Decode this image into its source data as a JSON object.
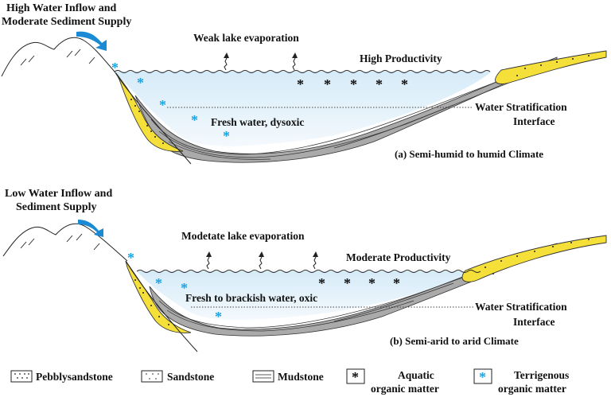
{
  "panel_a": {
    "inflow_label": [
      "High Water Inflow and",
      "Moderate Sediment Supply"
    ],
    "evaporation": "Weak lake evaporation",
    "productivity": "High Productivity",
    "water_condition": "Fresh water, dysoxic",
    "stratification": [
      "Water Stratification",
      "Interface"
    ],
    "climate": "(a) Semi-humid to humid Climate"
  },
  "panel_b": {
    "inflow_label": [
      "Low Water Inflow and",
      "Sediment Supply"
    ],
    "evaporation": "Modetate lake evaporation",
    "productivity": "Moderate Productivity",
    "water_condition": "Fresh to brackish water, oxic",
    "stratification": [
      "Water Stratification",
      "Interface"
    ],
    "climate": "(b) Semi-arid to arid Climate"
  },
  "legend": {
    "pebbly": "Pebblysandstone",
    "sandstone": "Sandstone",
    "mudstone": "Mudstone",
    "aquatic": [
      "Aquatic",
      "organic matter"
    ],
    "terrigenous": [
      "Terrigenous",
      "organic matter"
    ]
  },
  "colors": {
    "water": "#dcedf8",
    "sand": "#f5e03a",
    "mud": "#a8a8a8",
    "arrow": "#1a8ad4",
    "terrigenous_star": "#1aa3e0",
    "aquatic_star": "#111111"
  },
  "glyphs": {
    "star": "*"
  }
}
